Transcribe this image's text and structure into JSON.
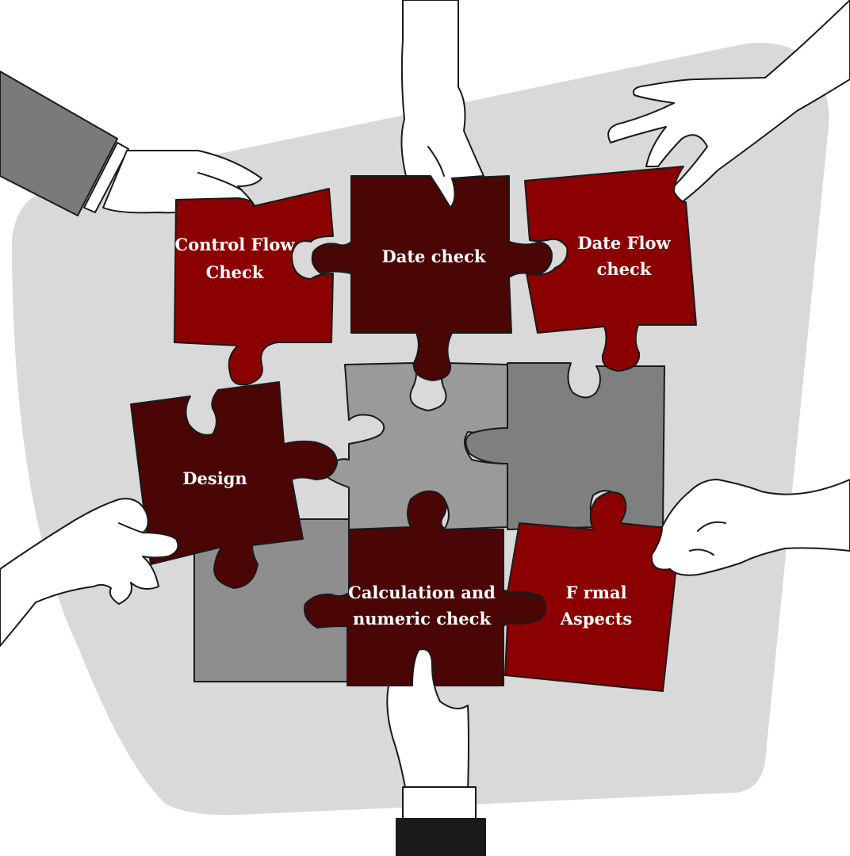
{
  "colors": {
    "background_blob": "#d9d9d9",
    "red_piece": "#8b0000",
    "dark_piece": "#4a0505",
    "grey_light": "#9a9a9a",
    "grey_mid": "#8a8a8a",
    "grey_dark": "#7d7d7d",
    "sleeve_grey": "#7a7a7a",
    "sleeve_black": "#1a1a1a"
  },
  "pieces": {
    "control_flow": {
      "line1": "Control Flow",
      "line2": "Check"
    },
    "date_check": {
      "line1": "Date check"
    },
    "date_flow": {
      "line1": "Date Flow",
      "line2": "check"
    },
    "design": {
      "line1": "Design"
    },
    "calculation": {
      "line1": "Calculation and",
      "line2": "numeric check"
    },
    "formal": {
      "line1": "F rmal",
      "line2": "Aspects"
    }
  },
  "icons": {
    "hands": [
      "hand-top-left-icon",
      "hand-top-icon",
      "hand-top-right-icon",
      "hand-left-icon",
      "hand-right-icon",
      "hand-bottom-icon"
    ]
  }
}
